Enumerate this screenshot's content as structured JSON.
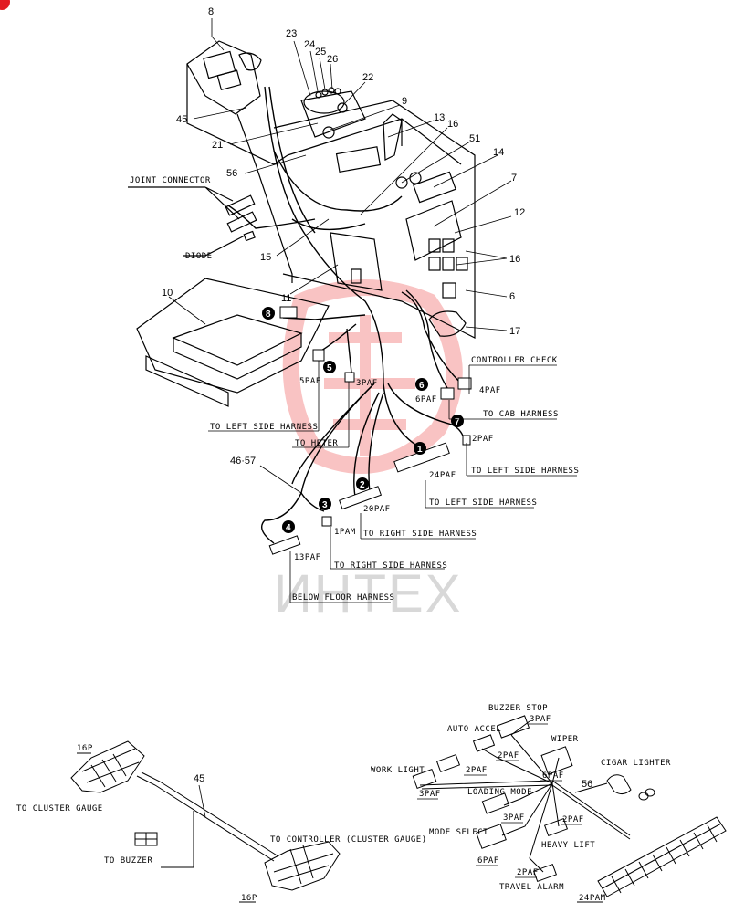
{
  "watermark": "ИНТЕХ",
  "part_numbers": {
    "n8": "8",
    "n23": "23",
    "n24": "24",
    "n25": "25",
    "n26": "26",
    "n22": "22",
    "n9": "9",
    "n13": "13",
    "n16a": "16",
    "n51": "51",
    "n14": "14",
    "n7": "7",
    "n12": "12",
    "n16b": "16",
    "n6": "6",
    "n17": "17",
    "n45": "45",
    "n21": "21",
    "n56": "56",
    "n15": "15",
    "n11": "11",
    "n10": "10",
    "n4657": "46·57",
    "n45b": "45",
    "n56b": "56"
  },
  "callouts": [
    "1",
    "2",
    "3",
    "4",
    "5",
    "6",
    "7",
    "8"
  ],
  "top_labels": {
    "joint_connector": "JOINT CONNECTOR",
    "diode": "DIODE",
    "controller_check": "CONTROLLER CHECK",
    "to_cab_harness": "TO CAB HARNESS",
    "to_left_side_harness_1": "TO LEFT SIDE HARNESS",
    "to_heter": "TO HETER",
    "to_left_side_harness_2": "TO LEFT SIDE HARNESS",
    "to_left_side_harness_3": "TO LEFT SIDE HARNESS",
    "to_right_side_harness_1": "TO RIGHT SIDE HARNESS",
    "to_right_side_harness_2": "TO RIGHT SIDE HARNESS",
    "below_floor_harness": "BELOW FLOOR HARNESS"
  },
  "connector_codes": {
    "c5": "5PAF",
    "c3": "3PAF",
    "c4paf": "4PAF",
    "c6paf": "6PAF",
    "c2paf": "2PAF",
    "c24": "24PAF",
    "c20": "20PAF",
    "c1pam": "1PAM",
    "c13": "13PAF"
  },
  "harness45": {
    "conn16p_top": "16P",
    "conn16p_bottom": "16P",
    "to_cluster_gauge": "TO CLUSTER GAUGE",
    "to_buzzer": "TO BUZZER",
    "to_controller": "TO CONTROLLER (CLUSTER GAUGE)"
  },
  "harness56": {
    "buzzer_stop": "BUZZER STOP",
    "buzzer_stop_code": "3PAF",
    "auto_accel": "AUTO ACCEL",
    "auto_accel_code": "2PAF",
    "wiper": "WIPER",
    "wiper_code": "6PAF",
    "work_light": "WORK LIGHT",
    "work_light_code1": "2PAF",
    "work_light_code2": "3PAF",
    "cigar_lighter": "CIGAR LIGHTER",
    "loading_mode": "LOADING MODE",
    "loading_mode_code": "3PAF",
    "mode_select": "MODE SELECT",
    "mode_select_code": "6PAF",
    "heavy_lift": "HEAVY LIFT",
    "heavy_lift_code": "2PAF",
    "travel_alarm": "TRAVEL ALARM",
    "travel_alarm_code": "2PAF",
    "main_code": "24PAM"
  }
}
